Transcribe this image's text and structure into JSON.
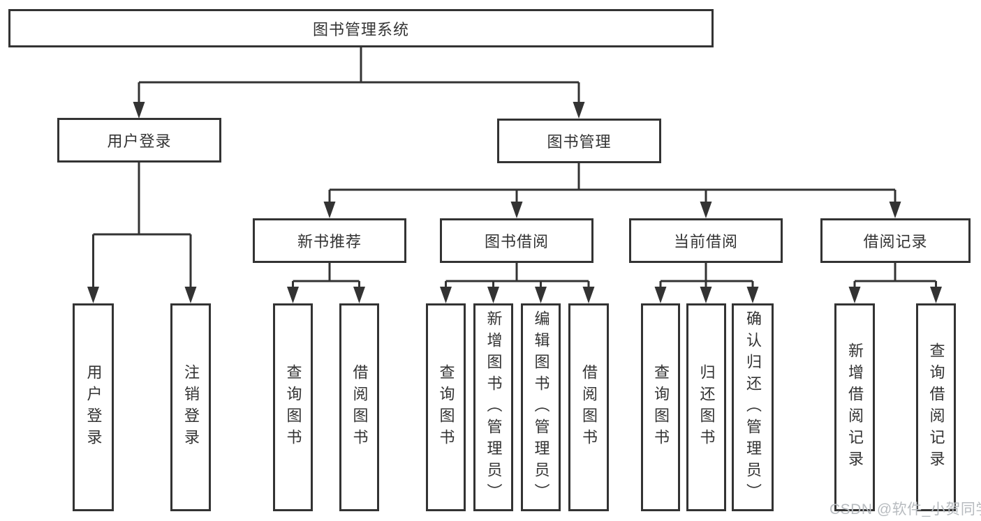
{
  "root": {
    "label": "图书管理系统"
  },
  "level2": {
    "user_login": {
      "label": "用户登录"
    },
    "book_mgmt": {
      "label": "图书管理"
    }
  },
  "level3": {
    "new_book": {
      "label": "新书推荐"
    },
    "book_borrow": {
      "label": "图书借阅"
    },
    "current_borrow": {
      "label": "当前借阅"
    },
    "borrow_record": {
      "label": "借阅记录"
    }
  },
  "leaves": {
    "user_login": [
      "用户登录",
      "注销登录"
    ],
    "new_book": [
      "查询图书",
      "借阅图书"
    ],
    "book_borrow": [
      "查询图书",
      "新增图书（管理员）",
      "编辑图书（管理员）",
      "借阅图书"
    ],
    "current_borrow": [
      "查询图书",
      "归还图书",
      "确认归还（管理员）"
    ],
    "borrow_record": [
      "新增借阅记录",
      "查询借阅记录"
    ]
  },
  "watermark": {
    "text": "CSDN @软件_小贺同学"
  },
  "colors": {
    "line": "#333333",
    "box_background": "#ffffff",
    "text": "#333333",
    "watermark": "#b7bbbf",
    "page_background": "#ffffff"
  }
}
